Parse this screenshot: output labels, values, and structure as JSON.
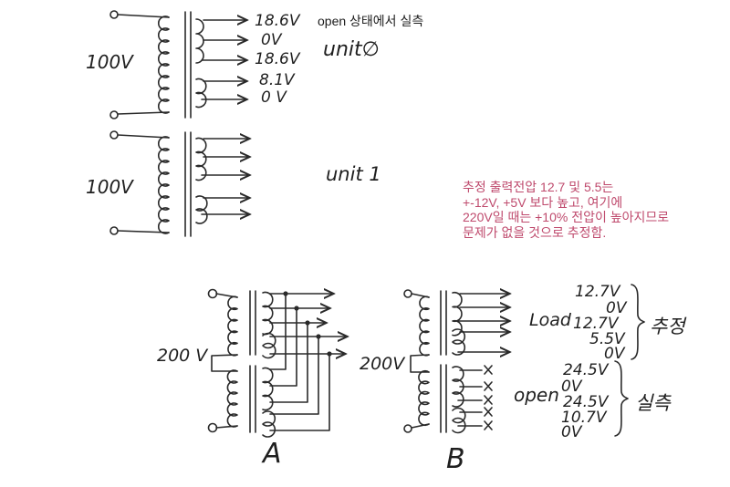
{
  "colors": {
    "ink": "#2a2a2a",
    "annotation_pink": "#bf4a6d",
    "background": "#ffffff"
  },
  "top_section": {
    "note": "open 상태에서 실측",
    "unit0": {
      "primary_voltage": "100V",
      "label": "unit∅",
      "outputs": [
        "18.6V",
        "0V",
        "18.6V",
        "8.1V",
        "0 V"
      ]
    },
    "unit1": {
      "primary_voltage": "100V",
      "label": "unit 1"
    }
  },
  "annotation_note": {
    "lines": [
      "추정 출력전압 12.7 및 5.5는",
      "+-12V, +5V 보다 높고, 여기에",
      "220V일 때는 +10% 전압이 높아지므로",
      "문제가 없을 것으로 추정함."
    ]
  },
  "bottom_section": {
    "circuit_a": {
      "primary_voltage": "200 V",
      "label": "A"
    },
    "circuit_b": {
      "primary_voltage": "200V",
      "label": "B",
      "load_label": "Load",
      "open_label": "open",
      "load_outputs": [
        "12.7V",
        "0V",
        "12.7V",
        "5.5V",
        "0V"
      ],
      "load_tag": "추정",
      "open_outputs": [
        "24.5V",
        "0V",
        "24.5V",
        "10.7V",
        "0V"
      ],
      "open_tag": "실측"
    }
  }
}
